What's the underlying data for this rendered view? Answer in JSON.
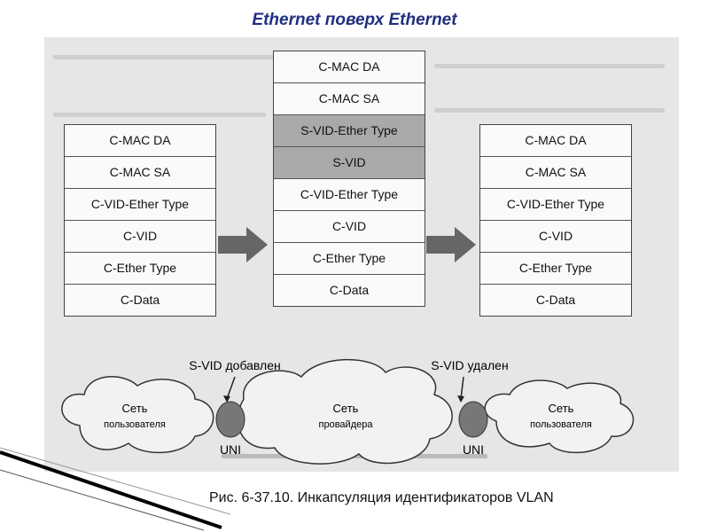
{
  "title": "Ethernet поверх Ethernet",
  "stacks": {
    "left": [
      "C-MAC DA",
      "C-MAC SA",
      "C-VID-Ether Type",
      "C-VID",
      "C-Ether Type",
      "C-Data"
    ],
    "middle": [
      "C-MAC DA",
      "C-MAC SA",
      "S-VID-Ether Type",
      "S-VID",
      "C-VID-Ether Type",
      "C-VID",
      "C-Ether Type",
      "C-Data"
    ],
    "right": [
      "C-MAC DA",
      "C-MAC SA",
      "C-VID-Ether Type",
      "C-VID",
      "C-Ether Type",
      "C-Data"
    ]
  },
  "network": {
    "svid_added": "S-VID добавлен",
    "svid_removed": "S-VID удален",
    "user_net_title": "Сеть",
    "user_net_sub": "пользователя",
    "provider_title": "Сеть",
    "provider_sub": "провайдера",
    "uni": "UNI"
  },
  "caption": "Рис. 6-37.10. Инкапсуляция идентификаторов VLAN"
}
